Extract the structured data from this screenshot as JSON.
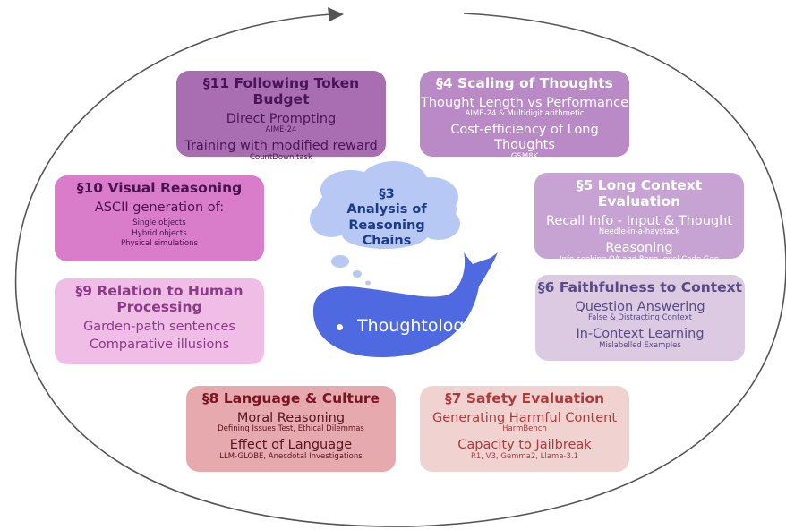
{
  "center": {
    "cloud_section": "§3",
    "cloud_line1": "Analysis of",
    "cloud_line2": "Reasoning Chains",
    "whale_label": "Thoughtology"
  },
  "boxes": {
    "s11": {
      "title": "§11 Following Token Budget",
      "item1": "Direct Prompting",
      "item1_sub": "AIME-24",
      "item2": "Training with modified reward",
      "item2_sub": "CountDown task"
    },
    "s4": {
      "title": "§4 Scaling of Thoughts",
      "item1": "Thought Length vs Performance",
      "item1_sub": "AIME-24 & Multidigit arithmetic",
      "item2": "Cost-efficiency of Long Thoughts",
      "item2_sub": "GSM8K"
    },
    "s10": {
      "title": "§10 Visual Reasoning",
      "item1": "ASCII generation of:",
      "line1": "Single  objects",
      "line2": "Hybrid  objects",
      "line3": "Physical  simulations"
    },
    "s5": {
      "title": "§5 Long Context Evaluation",
      "item1": "Recall Info - Input & Thought",
      "item1_sub": "Needle-in-a-haystack",
      "item2": "Reasoning",
      "item2_sub": "Info-seeking QA and Repo-level Code Gen"
    },
    "s9": {
      "title_line1": "§9 Relation to Human",
      "title_line2": "Processing",
      "item1": "Garden-path sentences",
      "item2": "Comparative illusions"
    },
    "s6": {
      "title": "§6 Faithfulness to Context",
      "item1": "Question Answering",
      "item1_sub": "False & Distracting Context",
      "item2": "In-Context Learning",
      "item2_sub": "Mislabelled Examples"
    },
    "s8": {
      "title": "§8 Language & Culture",
      "item1": "Moral Reasoning",
      "item1_sub": "Defining Issues Test, Ethical Dilemmas",
      "item2": "Effect of Language",
      "item2_sub": "LLM-GLOBE, Anecdotal Investigations"
    },
    "s7": {
      "title": "§7 Safety Evaluation",
      "item1": "Generating Harmful Content",
      "item1_sub": "HarmBench",
      "item2": "Capacity to Jailbreak",
      "item2_sub": "R1, V3, Gemma2, Llama-3.1"
    }
  },
  "colors": {
    "s11": "#a96db1",
    "s4": "#b98ac6",
    "s10": "#d97dcb",
    "s5": "#c6a3d3",
    "s9": "#f0bde6",
    "s6": "#dccae3",
    "s8": "#e6a9ae",
    "s7": "#f0d2d1",
    "cloud": "#b8c8f5",
    "whale": "#4f6ae0",
    "cycle_line": "#555555"
  }
}
